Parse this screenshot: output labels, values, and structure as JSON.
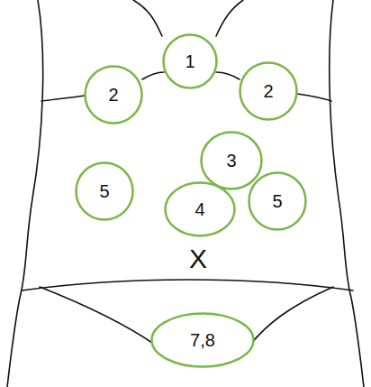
{
  "diagram": {
    "nodes": [
      {
        "text": [
          "1"
        ]
      },
      {
        "text": [
          "2"
        ]
      },
      {
        "text": [
          "2"
        ]
      },
      {
        "text": [
          "3"
        ]
      },
      {
        "text": [
          "5"
        ]
      },
      {
        "text": [
          "5"
        ]
      },
      {
        "text": [
          "4"
        ]
      },
      {
        "text": [
          "7,8"
        ]
      }
    ],
    "labels": [
      "X"
    ]
  }
}
